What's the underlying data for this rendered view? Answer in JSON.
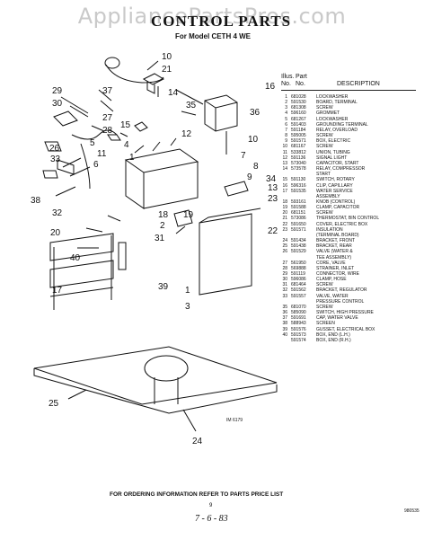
{
  "watermark": "AppliancePartsPros.com",
  "title": "CONTROL PARTS",
  "subtitle": "For Model CETH 4 WE",
  "parts_header": {
    "illus_top": "Illus.",
    "part_top": "Part",
    "illus_bottom": "No.",
    "part_bottom": "No.",
    "description": "DESCRIPTION"
  },
  "parts": [
    {
      "no": "1",
      "part": "681028",
      "desc": "LOCKWASHER"
    },
    {
      "no": "2",
      "part": "591530",
      "desc": "BOARD, TERMINAL"
    },
    {
      "no": "3",
      "part": "681308",
      "desc": "SCREW"
    },
    {
      "no": "4",
      "part": "596160",
      "desc": "GROMMET"
    },
    {
      "no": "5",
      "part": "681267",
      "desc": "LOCKWASHER"
    },
    {
      "no": "6",
      "part": "591403",
      "desc": "GROUNDING TERMINAL"
    },
    {
      "no": "7",
      "part": "591184",
      "desc": "RELAY, OVERLOAD"
    },
    {
      "no": "8",
      "part": "595005",
      "desc": "SCREW"
    },
    {
      "no": "9",
      "part": "591571",
      "desc": "BOX, ELECTRIC"
    },
    {
      "no": "10",
      "part": "681167",
      "desc": "SCREW"
    },
    {
      "no": "11",
      "part": "533812",
      "desc": "UNION, TUBING"
    },
    {
      "no": "12",
      "part": "591136",
      "desc": "SIGNAL LIGHT"
    },
    {
      "no": "13",
      "part": "573040",
      "desc": "CAPACITOR, START"
    },
    {
      "no": "14",
      "part": "573578",
      "desc": "RELAY, COMPRESSOR"
    },
    {
      "no": "",
      "part": "",
      "desc": "START"
    },
    {
      "no": "15",
      "part": "591130",
      "desc": "SWITCH, ROTARY"
    },
    {
      "no": "16",
      "part": "596316",
      "desc": "CLIP, CAPILLARY"
    },
    {
      "no": "17",
      "part": "591535",
      "desc": "WATER SERVICE"
    },
    {
      "no": "",
      "part": "",
      "desc": "ASSEMBLY"
    },
    {
      "no": "18",
      "part": "593161",
      "desc": "KNOB (CONTROL)"
    },
    {
      "no": "19",
      "part": "591588",
      "desc": "CLAMP, CAPACITOR"
    },
    {
      "no": "20",
      "part": "681151",
      "desc": "SCREW"
    },
    {
      "no": "21",
      "part": "573086",
      "desc": "THERMOSTAT, BIN CONTROL"
    },
    {
      "no": "22",
      "part": "591650",
      "desc": "COVER, ELECTRIC BOX"
    },
    {
      "no": "23",
      "part": "591571",
      "desc": "INSULATION"
    },
    {
      "no": "",
      "part": "",
      "desc": "(TERMINAL BOARD)"
    },
    {
      "no": "24",
      "part": "591434",
      "desc": "BRACKET, FRONT"
    },
    {
      "no": "25",
      "part": "591438",
      "desc": "BRACKET, REAR"
    },
    {
      "no": "26",
      "part": "591529",
      "desc": "VALVE (WATER &"
    },
    {
      "no": "",
      "part": "",
      "desc": "TEE ASSEMBLY)"
    },
    {
      "no": "27",
      "part": "561950",
      "desc": "CORE, VALVE"
    },
    {
      "no": "28",
      "part": "569888",
      "desc": "STRAINER, INLET"
    },
    {
      "no": "29",
      "part": "591119",
      "desc": "CONNECTOR, WIRE"
    },
    {
      "no": "30",
      "part": "596086",
      "desc": "CLAMP, HOSE"
    },
    {
      "no": "31",
      "part": "681464",
      "desc": "SCREW"
    },
    {
      "no": "32",
      "part": "591562",
      "desc": "BRACKET, REGULATOR"
    },
    {
      "no": "33",
      "part": "591557",
      "desc": "VALVE, WATER"
    },
    {
      "no": "",
      "part": "",
      "desc": "PRESSURE CONTROL"
    },
    {
      "no": "35",
      "part": "681070",
      "desc": "SCREW"
    },
    {
      "no": "36",
      "part": "585090",
      "desc": "SWITCH, HIGH PRESSURE"
    },
    {
      "no": "37",
      "part": "591691",
      "desc": "CAP, WATER VALVE"
    },
    {
      "no": "38",
      "part": "588943",
      "desc": "SCREEN"
    },
    {
      "no": "39",
      "part": "591576",
      "desc": "GUSSET, ELECTRICAL BOX"
    },
    {
      "no": "40",
      "part": "591573",
      "desc": "BOX, END (L.H.)"
    },
    {
      "no": "",
      "part": "591574",
      "desc": "BOX, END (R.H.)"
    }
  ],
  "callouts": [
    "10",
    "21",
    "16",
    "37",
    "14",
    "35",
    "29",
    "30",
    "27",
    "36",
    "28",
    "15",
    "12",
    "10",
    "26",
    "5",
    "6",
    "33",
    "11",
    "7",
    "8",
    "4",
    "1",
    "9",
    "34",
    "13",
    "23",
    "38",
    "32",
    "22",
    "18",
    "2",
    "19",
    "31",
    "20",
    "40",
    "17",
    "39",
    "3",
    "25",
    "24"
  ],
  "figure_id": "IM 6179",
  "footer": "FOR ORDERING INFORMATION REFER TO PARTS PRICE LIST",
  "page_number": "9",
  "date": "7 - 6 - 83",
  "code_right": "980535"
}
